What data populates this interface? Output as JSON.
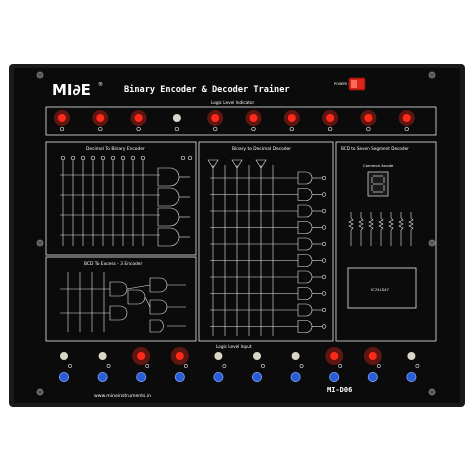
{
  "brand": {
    "logo": "MI∂E",
    "registered": "®"
  },
  "title": "Binary Encoder & Decoder Trainer",
  "power_label": "POWER ON",
  "sections": {
    "indicator": "Logic Level Indicator",
    "encoder": "Decimal To Binary Encoder",
    "decoder": "Binary to Decimal Decoder",
    "seven_segment": "BCD to Seven Segment Decoder",
    "common_anode": "Common Anode",
    "excess3": "BCD To Excess - 3 Encoder",
    "logic_input": "Logic Level Input"
  },
  "ic_label": "IC74LS47",
  "website": "www.mineinstruments.in",
  "model": "MI-D06",
  "colors": {
    "panel": "#0b0b0c",
    "frame": "#1a1a1c",
    "led_on": "#ff2a1a",
    "led_off": "#d9d6c8",
    "knob": "#2a5cd6",
    "line": "#e8e8e8",
    "power_switch": "#d8261c"
  },
  "indicator_leds": [
    "on",
    "on",
    "on",
    "off",
    "on",
    "on",
    "on",
    "on",
    "on",
    "on"
  ],
  "input_leds": [
    "off",
    "off",
    "on",
    "on",
    "off",
    "off",
    "off",
    "on",
    "on",
    "off"
  ]
}
